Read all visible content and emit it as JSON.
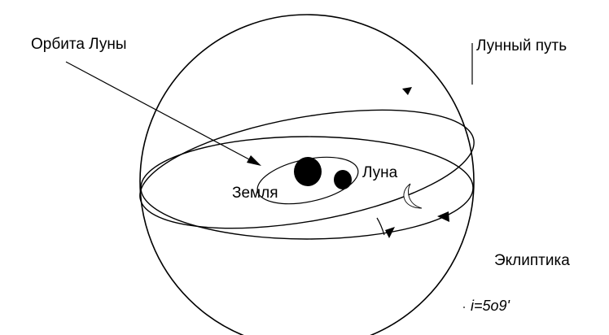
{
  "labels": {
    "moon_orbit": "Орбита Луны",
    "moon_path": "Лунный путь",
    "moon": "Луна",
    "earth": "Земля",
    "ecliptic": "Эклиптика",
    "inclination": "i=5o9'"
  },
  "colors": {
    "stroke": "#000000",
    "background": "#ffffff",
    "body_fill": "#000000"
  },
  "icons": {
    "direction_marker": "filled-triangle-arrow",
    "moon_phase": "crescent"
  }
}
